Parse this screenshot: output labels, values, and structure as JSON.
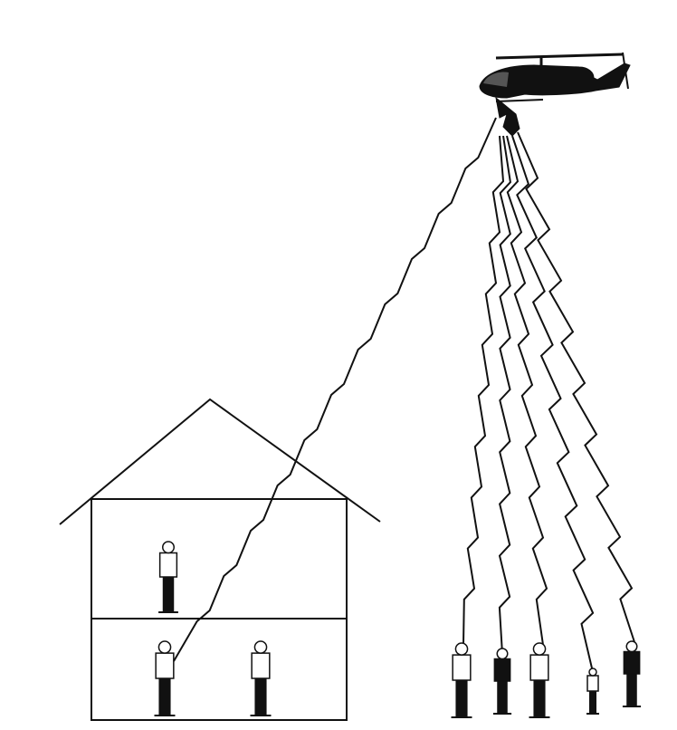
{
  "colors": {
    "background": "#ffffff",
    "ink": "#111111",
    "shirt": "#ffffff"
  },
  "icons": {
    "helicopter": "helicopter-icon",
    "house": "house-icon",
    "person": "person-icon",
    "signal": "lightning-signal-icon"
  },
  "scene": {
    "house_floors": 2,
    "people_inside_house": 3,
    "people_outside": 5,
    "signal_paths_from_helicopter": 6
  }
}
